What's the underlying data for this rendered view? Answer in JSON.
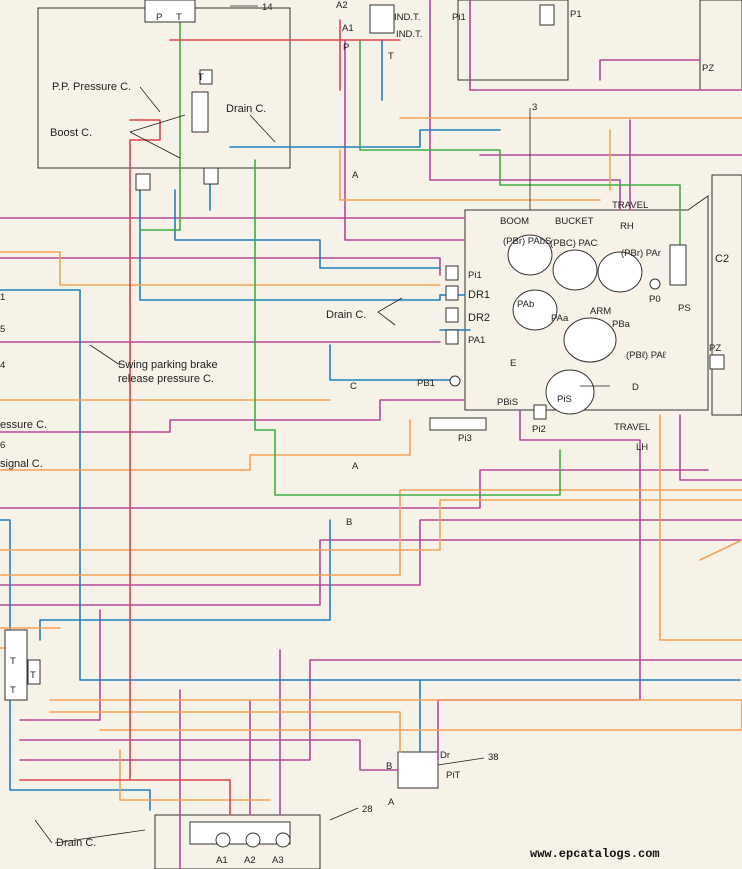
{
  "colors": {
    "background": "#f6f2e7",
    "magenta": "#b5479a",
    "blue": "#1f7fc1",
    "orange": "#f3a15a",
    "red": "#e0444a",
    "green": "#3fae45",
    "ink": "#222222"
  },
  "labels": {
    "pp_pressure": "P.P. Pressure C.",
    "boost": "Boost C.",
    "drain_top": "Drain C.",
    "drain_mid": "Drain C.",
    "drain_bottom": "Drain C.",
    "swing_brake_line1": "Swing parking brake",
    "swing_brake_line2": "release pressure C.",
    "pressure_partial": "essure C.",
    "signal_partial": "signal C.",
    "boom": "BOOM",
    "bucket": "BUCKET",
    "travel_rh_title": "TRAVEL",
    "rh": "RH",
    "arm": "ARM",
    "travel_lh_title": "TRAVEL",
    "lh": "LH",
    "pbr_pads": "(PBr) PAbS",
    "pbc_pac": "(PBC) PAC",
    "pbr_par": "(PBr) PAr",
    "pab": "PAb",
    "paa": "PAa",
    "pba": "PBa",
    "pbl_pal": "(PBℓ) PAℓ",
    "pis": "PiS",
    "pbis": "PBiS",
    "pb1": "PB1",
    "pi1": "Pi1",
    "pi1_top": "Pi1",
    "pi2": "Pi2",
    "pi3": "Pi3",
    "pit": "PiT",
    "dr1": "DR1",
    "dr2": "DR2",
    "pa1": "PA1",
    "p0": "P0",
    "ps": "PS",
    "pz": "PZ",
    "pz_top": "PZ",
    "c2": "C2",
    "p1": "P1",
    "a1_top": "A1",
    "a2_top": "A2",
    "p_top": "P",
    "t_top": "T",
    "ind_t1": "IND.T.",
    "ind_t2": "IND.T.",
    "a1": "A1",
    "a2": "A2",
    "a3": "A3",
    "dr": "Dr",
    "port_a": "A",
    "port_b": "B",
    "port_p": "P",
    "port_t": "T",
    "t_valve": "T",
    "t_left1": "T",
    "t_left2": "T",
    "t_left3": "T",
    "section_a1": "A",
    "section_a2": "A",
    "section_b": "B",
    "section_c": "C",
    "point_d": "D",
    "point_e": "E",
    "ref_3": "3",
    "ref_14": "14",
    "ref_28": "28",
    "ref_38": "38",
    "num_1": "1",
    "num_5": "5",
    "num_4": "4",
    "num_6": "6",
    "watermark": "www.epcatalogs.com"
  }
}
